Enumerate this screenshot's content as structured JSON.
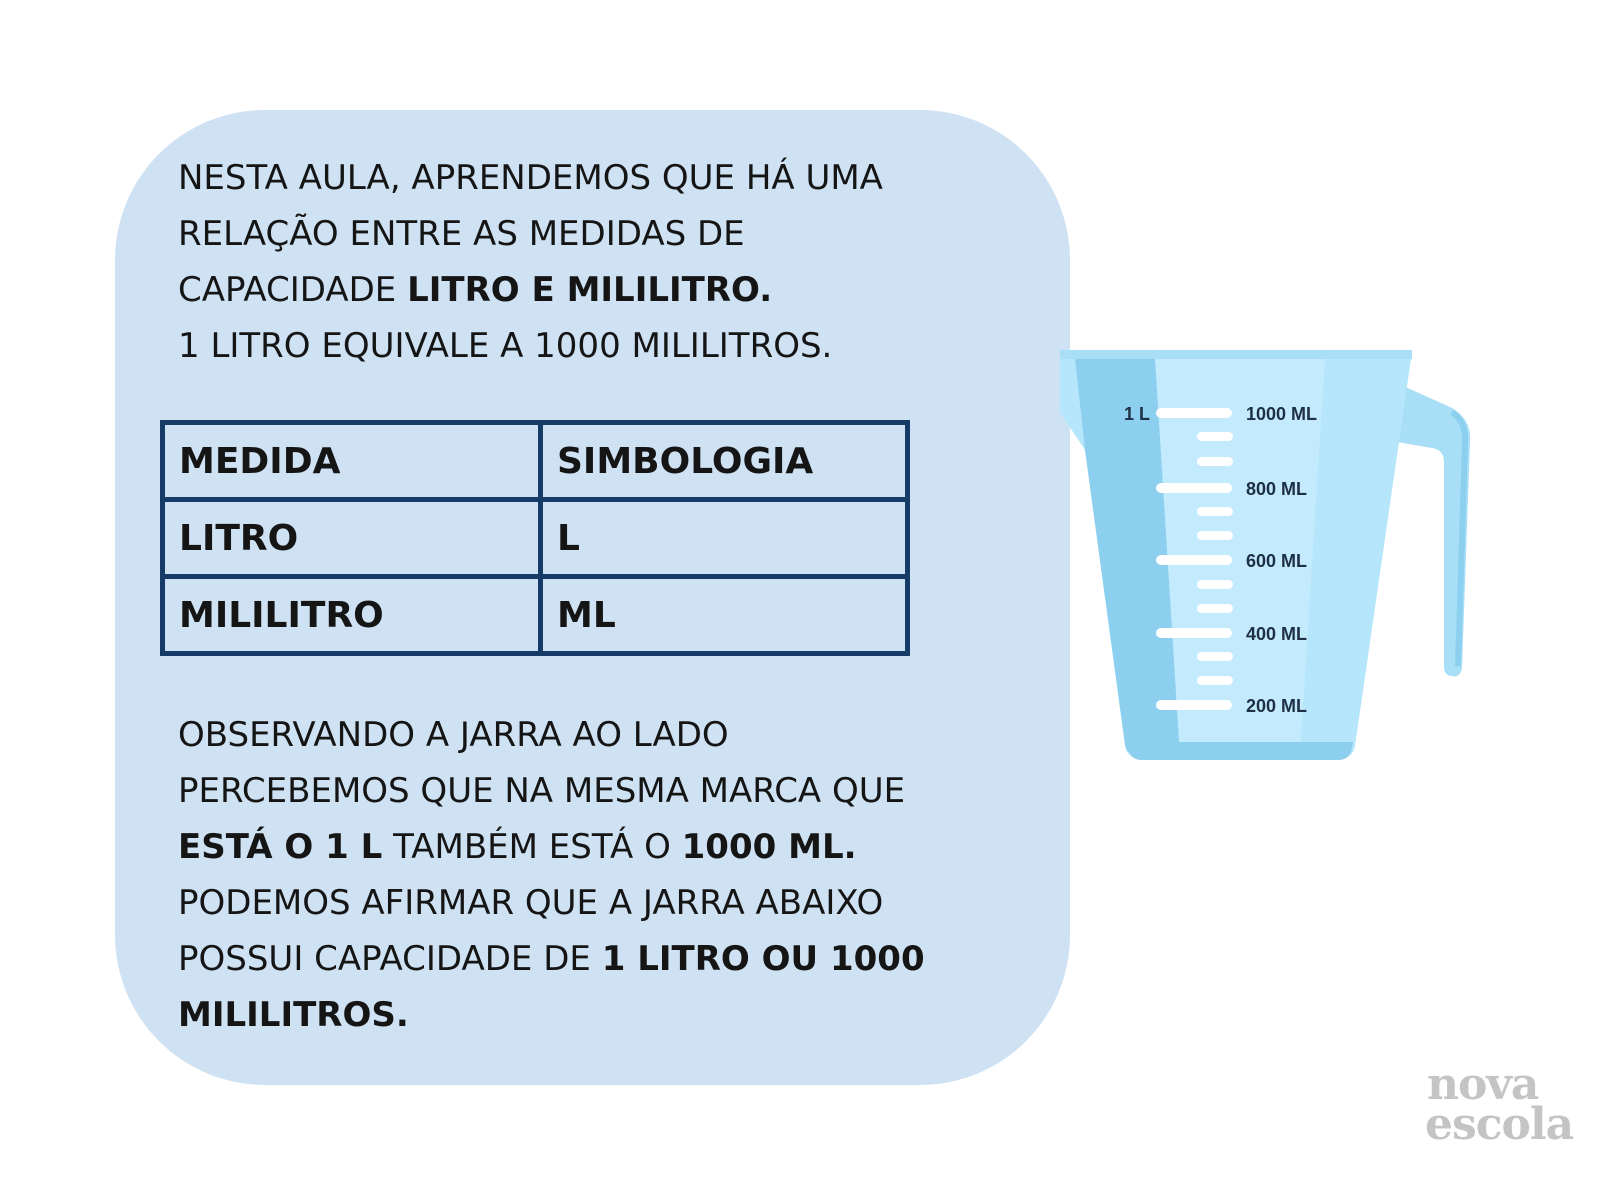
{
  "intro": {
    "line1": "NESTA AULA, APRENDEMOS QUE HÁ UMA",
    "line2": "RELAÇÃO ENTRE AS MEDIDAS DE",
    "line3_plain": "CAPACIDADE ",
    "line3_bold": "LITRO E MILILITRO.",
    "line4": "1 LITRO EQUIVALE A 1000 MILILITROS."
  },
  "table": {
    "headers": [
      "MEDIDA",
      "SIMBOLOGIA"
    ],
    "rows": [
      [
        "LITRO",
        "L"
      ],
      [
        "MILILITRO",
        "ML"
      ]
    ]
  },
  "observation": {
    "line1": "OBSERVANDO A JARRA AO LADO",
    "line2": "PERCEBEMOS QUE NA MESMA MARCA QUE",
    "line3_bold_a": "ESTÁ O 1 L",
    "line3_plain": " TAMBÉM ESTÁ O ",
    "line3_bold_b": "1000 ML.",
    "line4": "PODEMOS AFIRMAR QUE A JARRA ABAIXO",
    "line5_plain": "POSSUI CAPACIDADE DE ",
    "line5_bold": "1 LITRO OU 1000",
    "line6_bold": "MILILITROS."
  },
  "jug": {
    "left_label": "1 L",
    "marks": [
      "1000 ML",
      "800 ML",
      "600 ML",
      "400 ML",
      "200 ML"
    ]
  },
  "logo": {
    "line1": "nova",
    "line2": "escola"
  },
  "colors": {
    "card_bg": "#cfe2f3",
    "table_border": "#163b66",
    "jug_dark": "#8ccfee",
    "jug_light": "#b6e6fb",
    "logo": "#c4c4c4"
  }
}
